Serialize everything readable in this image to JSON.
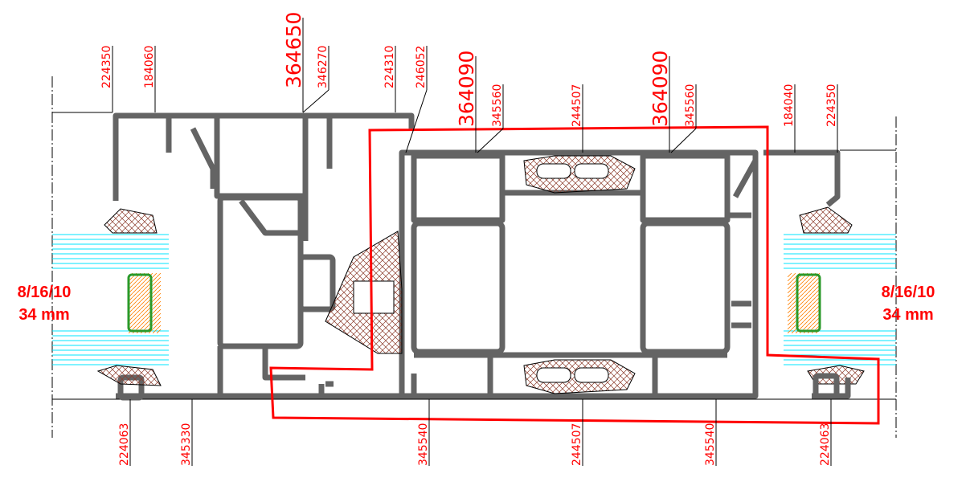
{
  "drawing": {
    "top_labels": [
      {
        "text": "224350",
        "emphasis": false
      },
      {
        "text": "184060",
        "emphasis": false
      },
      {
        "text": "364650",
        "emphasis": true
      },
      {
        "text": "346270",
        "emphasis": false
      },
      {
        "text": "224310",
        "emphasis": false
      },
      {
        "text": "246052",
        "emphasis": false
      },
      {
        "text": "364090",
        "emphasis": true
      },
      {
        "text": "345560",
        "emphasis": false
      },
      {
        "text": "244507",
        "emphasis": false
      },
      {
        "text": "364090",
        "emphasis": true
      },
      {
        "text": "345560",
        "emphasis": false
      },
      {
        "text": "184040",
        "emphasis": false
      },
      {
        "text": "224350",
        "emphasis": false
      }
    ],
    "bottom_labels": [
      {
        "text": "224063"
      },
      {
        "text": "345330"
      },
      {
        "text": "345540"
      },
      {
        "text": "244507"
      },
      {
        "text": "345540"
      },
      {
        "text": "224063"
      }
    ],
    "glazing_left": {
      "spec": "8/16/10",
      "thickness": "34 mm"
    },
    "glazing_right": {
      "spec": "8/16/10",
      "thickness": "34 mm"
    },
    "colors": {
      "label": "#ff0000",
      "profile": "#646464",
      "glass": "#00e5ff",
      "outline": "#ff0000"
    }
  }
}
